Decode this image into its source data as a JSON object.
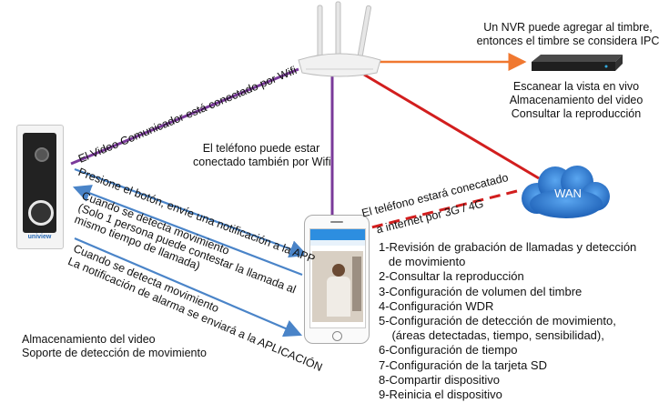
{
  "nvr_note": [
    "Un NVR puede agregar al timbre,",
    "entonces el timbre se considera IPC"
  ],
  "nvr_functions": [
    "Escanear la vista en vivo",
    "Almacenamiento del video",
    "Consultar la reproducción"
  ],
  "doorbell_wifi": "El Video Comunicador está conectado por Wifi",
  "phone_wifi": [
    "El teléfono puede estar",
    "conectado también por Wifi"
  ],
  "phone_wan": [
    "El teléfono estará conecatado",
    "a internet por 3G / 4G"
  ],
  "wan_label": "WAN",
  "doorbell_brand": "uniview",
  "arrow_button": "Presione el botón, envíe una notificación a la APP",
  "arrow_motion_call": [
    "Cuando se detecta movimiento",
    "(Solo 1 persona puede contestar la llamada al",
    "mismo tiempo de llamada)"
  ],
  "arrow_motion_alarm": [
    "Cuando se detecta movimiento",
    "La notificación de alarma se enviará a la APLICACIÓN"
  ],
  "doorbell_features": [
    "Almacenamiento del video",
    "Soporte de detección de movimiento"
  ],
  "app_features": [
    "1-Revisión de grabación de llamadas y detección",
    "   de movimiento",
    "2-Consultar la reproducción",
    "3-Configuración de volumen del timbre",
    "4-Configuración WDR",
    "5-Configuración de detección de movimiento,",
    "    (áreas detectadas, tiempo, sensibilidad),",
    "6-Configuración de tiempo",
    "7-Configuración de la tarjeta SD",
    "8-Compartir dispositivo",
    "9-Reinicia el dispositivo"
  ],
  "colors": {
    "purple": "#7a3a9a",
    "orange": "#f07830",
    "red": "#d21e1e",
    "blue": "#4a84c8",
    "cloud": "#2f78c8"
  }
}
